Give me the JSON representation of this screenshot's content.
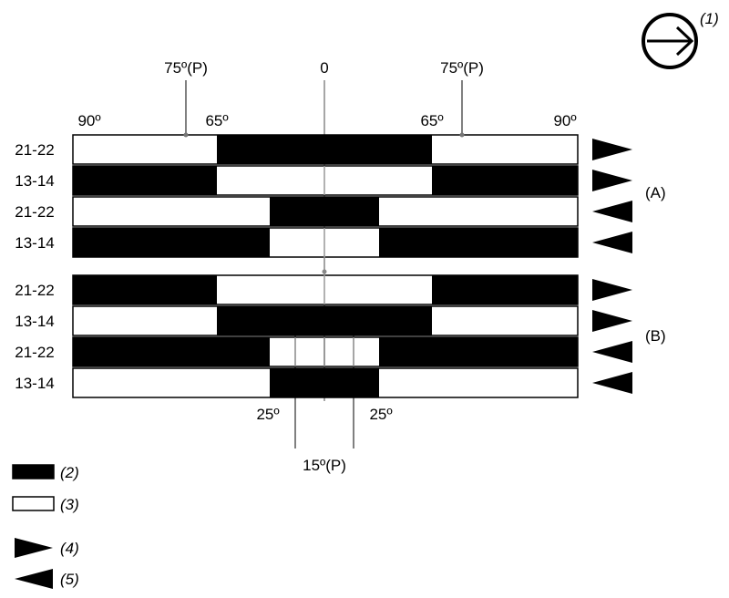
{
  "callouts": {
    "direction": "(1)",
    "active": "(2)",
    "inactive": "(3)",
    "right": "(4)",
    "left": "(5)"
  },
  "top_axis": {
    "center": "0",
    "left_mark": "75º(P)",
    "right_mark": "75º(P)",
    "left_outer": "90º",
    "left_inner": "65º",
    "right_inner": "65º",
    "right_outer": "90º"
  },
  "bottom_axis": {
    "left_mark": "25º",
    "right_mark": "25º",
    "center_mark": "15º(P)"
  },
  "groups": [
    {
      "label": "(A)",
      "rows": [
        {
          "label": "21-22",
          "direction": "right",
          "segments": [
            "white",
            "black",
            "white"
          ],
          "split": [
            65,
            65
          ]
        },
        {
          "label": "13-14",
          "direction": "right",
          "segments": [
            "black",
            "white",
            "black"
          ],
          "split": [
            65,
            65
          ]
        },
        {
          "label": "21-22",
          "direction": "left",
          "segments": [
            "white",
            "black",
            "white"
          ],
          "split": [
            25,
            25
          ]
        },
        {
          "label": "13-14",
          "direction": "left",
          "segments": [
            "black",
            "white",
            "black"
          ],
          "split": [
            25,
            25
          ]
        }
      ]
    },
    {
      "label": "(B)",
      "rows": [
        {
          "label": "21-22",
          "direction": "right",
          "segments": [
            "black",
            "white",
            "black"
          ],
          "split": [
            65,
            65
          ]
        },
        {
          "label": "13-14",
          "direction": "right",
          "segments": [
            "white",
            "black",
            "white"
          ],
          "split": [
            65,
            65
          ]
        },
        {
          "label": "21-22",
          "direction": "left",
          "segments": [
            "black",
            "white",
            "black"
          ],
          "split": [
            25,
            25
          ],
          "dividers": [
            15,
            0,
            -15
          ]
        },
        {
          "label": "13-14",
          "direction": "left",
          "segments": [
            "white",
            "black",
            "white"
          ],
          "split": [
            25,
            25
          ]
        }
      ]
    }
  ]
}
